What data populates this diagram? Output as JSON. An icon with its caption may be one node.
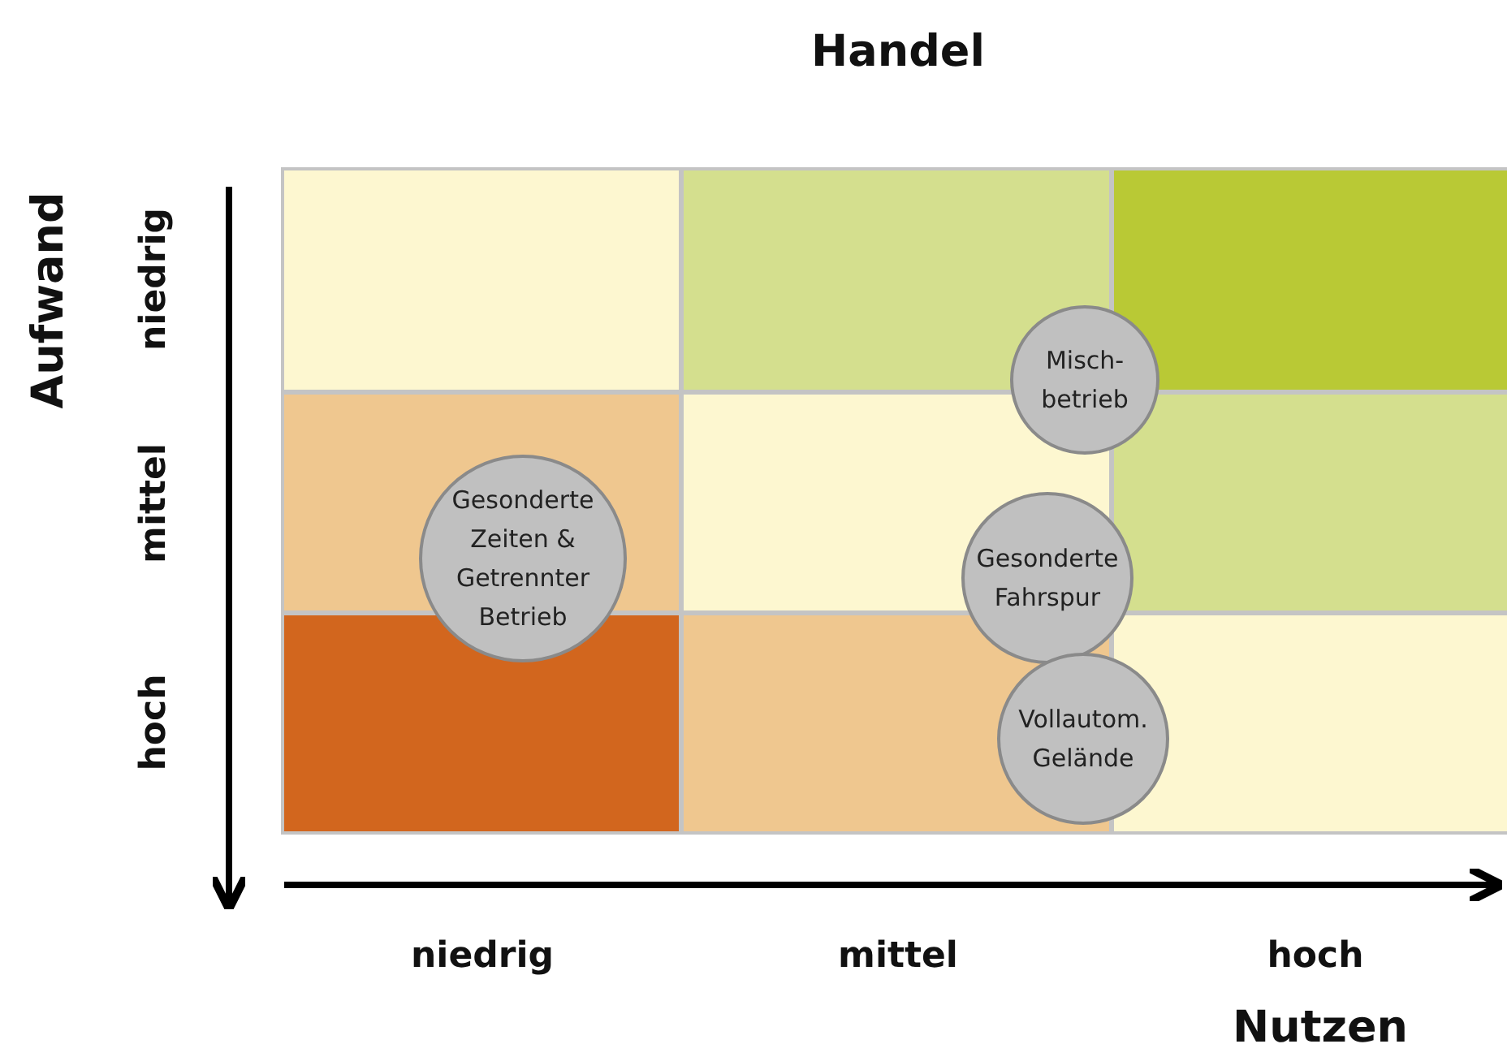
{
  "diagram": {
    "title": "Handel",
    "nodes": [
      {
        "text": [
          "Misch- betrieb"
        ]
      },
      {
        "text": [
          "Gesonderte Zeiten & Getrennter Betrieb"
        ]
      },
      {
        "text": [
          "Gesonderte Fahrspur"
        ]
      },
      {
        "text": [
          "Vollautom. Gelände"
        ]
      }
    ],
    "edges": [],
    "labels": [
      "Aufwand",
      "niedrig",
      "mittel",
      "hoch",
      "niedrig",
      "mittel",
      "hoch",
      "Nutzen"
    ]
  }
}
